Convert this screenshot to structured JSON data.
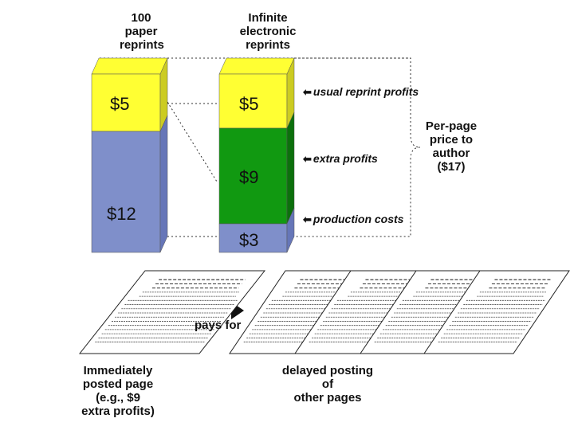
{
  "headers": {
    "paper": "100\npaper\nreprints",
    "electronic": "Infinite\nelectronic\nreprints"
  },
  "bars": {
    "paper": {
      "top_value": "$5",
      "bottom_value": "$12"
    },
    "electronic": {
      "top_value": "$5",
      "middle_value": "$9",
      "bottom_value": "$3"
    }
  },
  "annotations": {
    "usual": "usual reprint profits",
    "extra": "extra profits",
    "production": "production costs"
  },
  "side_label": "Per-page\nprice to\nauthor\n($17)",
  "pays_label": "pays for",
  "captions": {
    "immediate": "Immediately\nposted page\n(e.g., $9\nextra profits)",
    "delayed": "delayed posting of\nother pages"
  },
  "colors": {
    "yellow": "#ffff33",
    "yellow_side": "#cccc22",
    "blue": "#7f8fca",
    "blue_side": "#6676b8",
    "green": "#119911",
    "green_side": "#0c700c"
  },
  "icons": {
    "arrow": "left-arrow-icon",
    "pays_arrow": "right-arrow-icon",
    "page": "document-page-icon"
  }
}
